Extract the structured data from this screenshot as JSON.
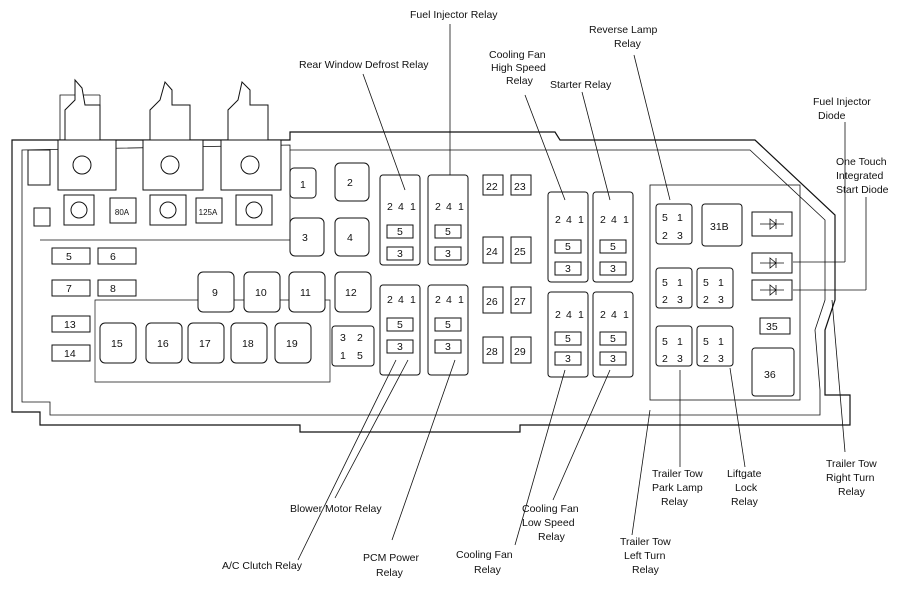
{
  "fuses": {
    "f1": "1",
    "f2": "2",
    "f3": "3",
    "f4": "4",
    "f5": "5",
    "f6": "6",
    "f7": "7",
    "f8": "8",
    "f9": "9",
    "f10": "10",
    "f11": "11",
    "f12": "12",
    "f13": "13",
    "f14": "14",
    "f15": "15",
    "f16": "16",
    "f17": "17",
    "f18": "18",
    "f19": "19",
    "f22": "22",
    "f23": "23",
    "f24": "24",
    "f25": "25",
    "f26": "26",
    "f27": "27",
    "f28": "28",
    "f29": "29",
    "f31b": "31B",
    "f35": "35",
    "f36": "36",
    "mf80": "80A",
    "mf125": "125A"
  },
  "relay_pins": {
    "p1": "1",
    "p2": "2",
    "p3": "3",
    "p4": "4",
    "p5": "5"
  },
  "labels": {
    "fuel_injector_relay": "Fuel Injector Relay",
    "rear_window_defrost_relay": "Rear Window Defrost Relay",
    "cooling_fan_high_speed_relay": [
      "Cooling Fan",
      "High Speed",
      "Relay"
    ],
    "starter_relay": "Starter Relay",
    "reverse_lamp_relay": [
      "Reverse Lamp",
      "Relay"
    ],
    "fuel_injector_diode": [
      "Fuel Injector",
      "Diode"
    ],
    "one_touch_integrated_start_diode": [
      "One Touch",
      "Integrated",
      "Start Diode"
    ],
    "blower_motor_relay": "Blower Motor Relay",
    "ac_clutch_relay": "A/C Clutch Relay",
    "pcm_power_relay": [
      "PCM Power",
      "Relay"
    ],
    "cooling_fan_relay": [
      "Cooling Fan",
      "Relay"
    ],
    "cooling_fan_low_speed_relay": [
      "Cooling Fan",
      "Low Speed",
      "Relay"
    ],
    "trailer_tow_left_turn_relay": [
      "Trailer Tow",
      "Left Turn",
      "Relay"
    ],
    "trailer_tow_park_lamp_relay": [
      "Trailer Tow",
      "Park Lamp",
      "Relay"
    ],
    "liftgate_lock_relay": [
      "Liftgate",
      "Lock",
      "Relay"
    ],
    "trailer_tow_right_turn_relay": [
      "Trailer Tow",
      "Right Turn",
      "Relay"
    ]
  }
}
